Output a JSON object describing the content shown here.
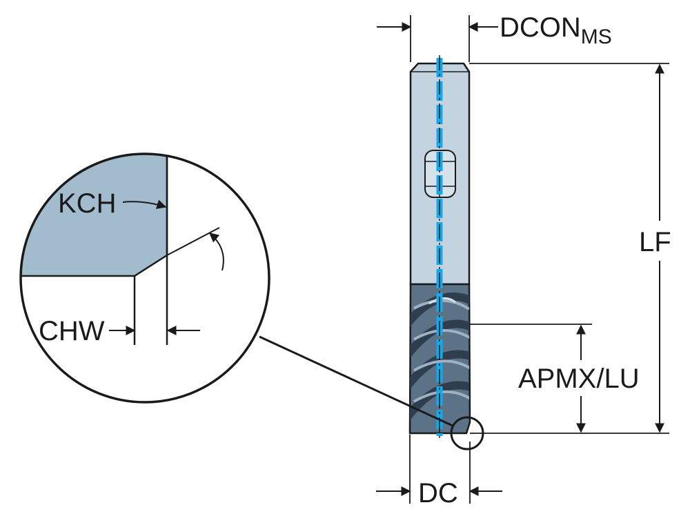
{
  "labels": {
    "dcon": "DCON",
    "dcon_sub": "MS",
    "lf": "LF",
    "apmx_lu": "APMX/LU",
    "dc": "DC",
    "kch": "KCH",
    "chw": "CHW"
  },
  "colors": {
    "shank": "#c3d3df",
    "cutter": "#5b7287",
    "cutter_dark": "#2e3e4e",
    "coolant": "#1aa7e8",
    "detail_fill": "#a3bccd",
    "stroke": "#1a1a1a"
  }
}
